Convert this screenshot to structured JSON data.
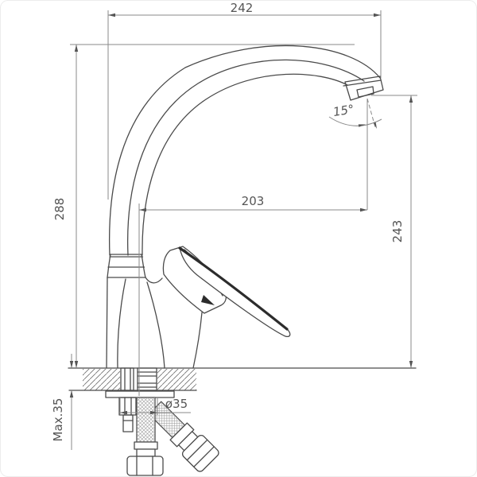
{
  "drawing": {
    "alt": "Technical side-view drawing of a kitchen mixer faucet with gooseneck spout, mounting hardware and flexible hoses, annotated with installation dimensions",
    "labels": {
      "top_width": "242",
      "overall_height": "288",
      "spout_reach": "203",
      "spout_height": "243",
      "spout_angle": "15°",
      "max_counter_thickness": "Max.35",
      "hole_diameter": "ø35"
    },
    "colors": {
      "background": "#ffffff",
      "outline": "#4a4a4a",
      "dimension_lines": "#8a8a8a",
      "text": "#555555"
    }
  }
}
